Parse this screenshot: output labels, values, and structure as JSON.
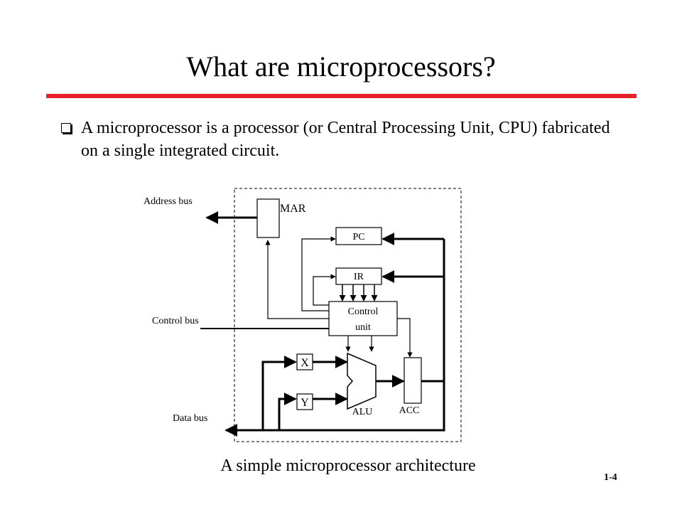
{
  "slide": {
    "title": "What are microprocessors?",
    "bullet": "A microprocessor is a processor (or Central Processing Unit, CPU) fabricated on a single integrated circuit.",
    "caption": "A simple microprocessor architecture",
    "page_number": "1-4"
  },
  "colors": {
    "accent_rule": "#e8202a"
  },
  "diagram": {
    "labels": {
      "address_bus": "Address bus",
      "control_bus": "Control bus",
      "data_bus": "Data bus",
      "mar": "MAR",
      "pc": "PC",
      "ir": "IR",
      "control_unit_line1": "Control",
      "control_unit_line2": "unit",
      "x": "X",
      "y": "Y",
      "alu": "ALU",
      "acc": "ACC"
    }
  }
}
